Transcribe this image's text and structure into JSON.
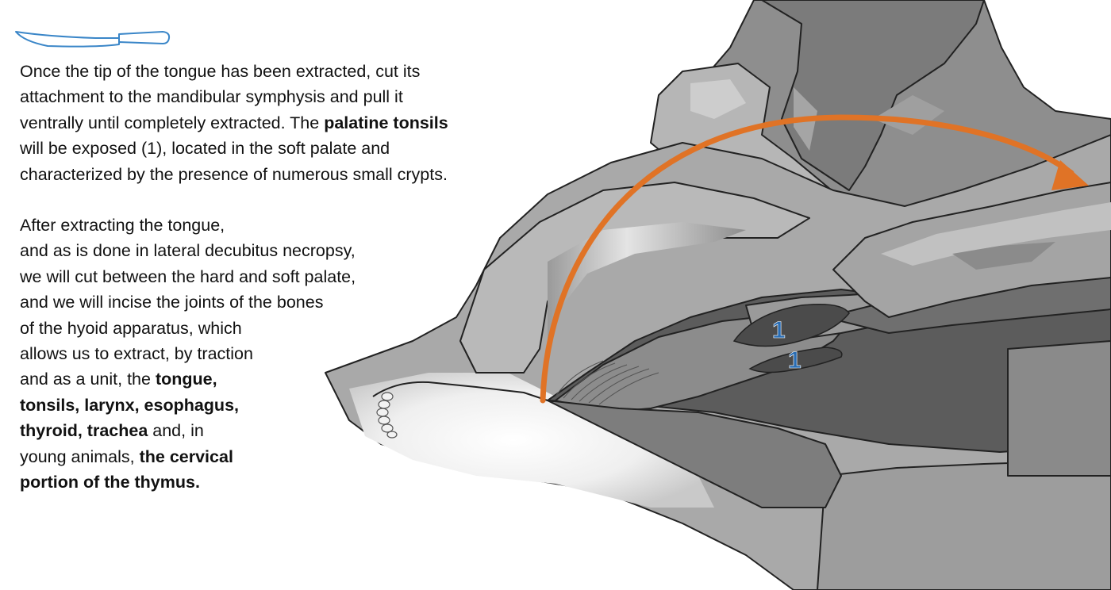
{
  "text": {
    "p1": {
      "l1": "Once the tip of the tongue has been extracted, cut its",
      "l2": "attachment to the mandibular symphysis and pull it",
      "l3_a": "ventrally until completely extracted. The ",
      "l3_b": "palatine tonsils",
      "l4": "will be exposed (1), located in the soft palate and",
      "l5": "characterized by the presence of numerous small crypts."
    },
    "p2": {
      "l1": "After extracting the tongue,",
      "l2": "and as is done in lateral decubitus necropsy,",
      "l3": "we will cut between the hard and soft palate,",
      "l4": "and we will incise the joints of the bones",
      "l5": "of the hyoid apparatus, which",
      "l6": "allows us to extract, by traction",
      "l7_a": "and as a unit, the ",
      "l7_b": "tongue,",
      "l8": "tonsils, larynx, esophagus,",
      "l9_a": "thyroid, trachea",
      "l9_b": " and, in",
      "l10_a": "young animals, ",
      "l10_b": "the cervical",
      "l11": "portion of the thymus."
    }
  },
  "labels": {
    "tonsil_1": "1",
    "tonsil_2": "1"
  },
  "colors": {
    "arrow": "#e07326",
    "knife": "#3a86c8",
    "label": "#2a6db3"
  },
  "icons": {
    "knife": "knife-icon",
    "arrow": "curved-arrow-icon"
  }
}
